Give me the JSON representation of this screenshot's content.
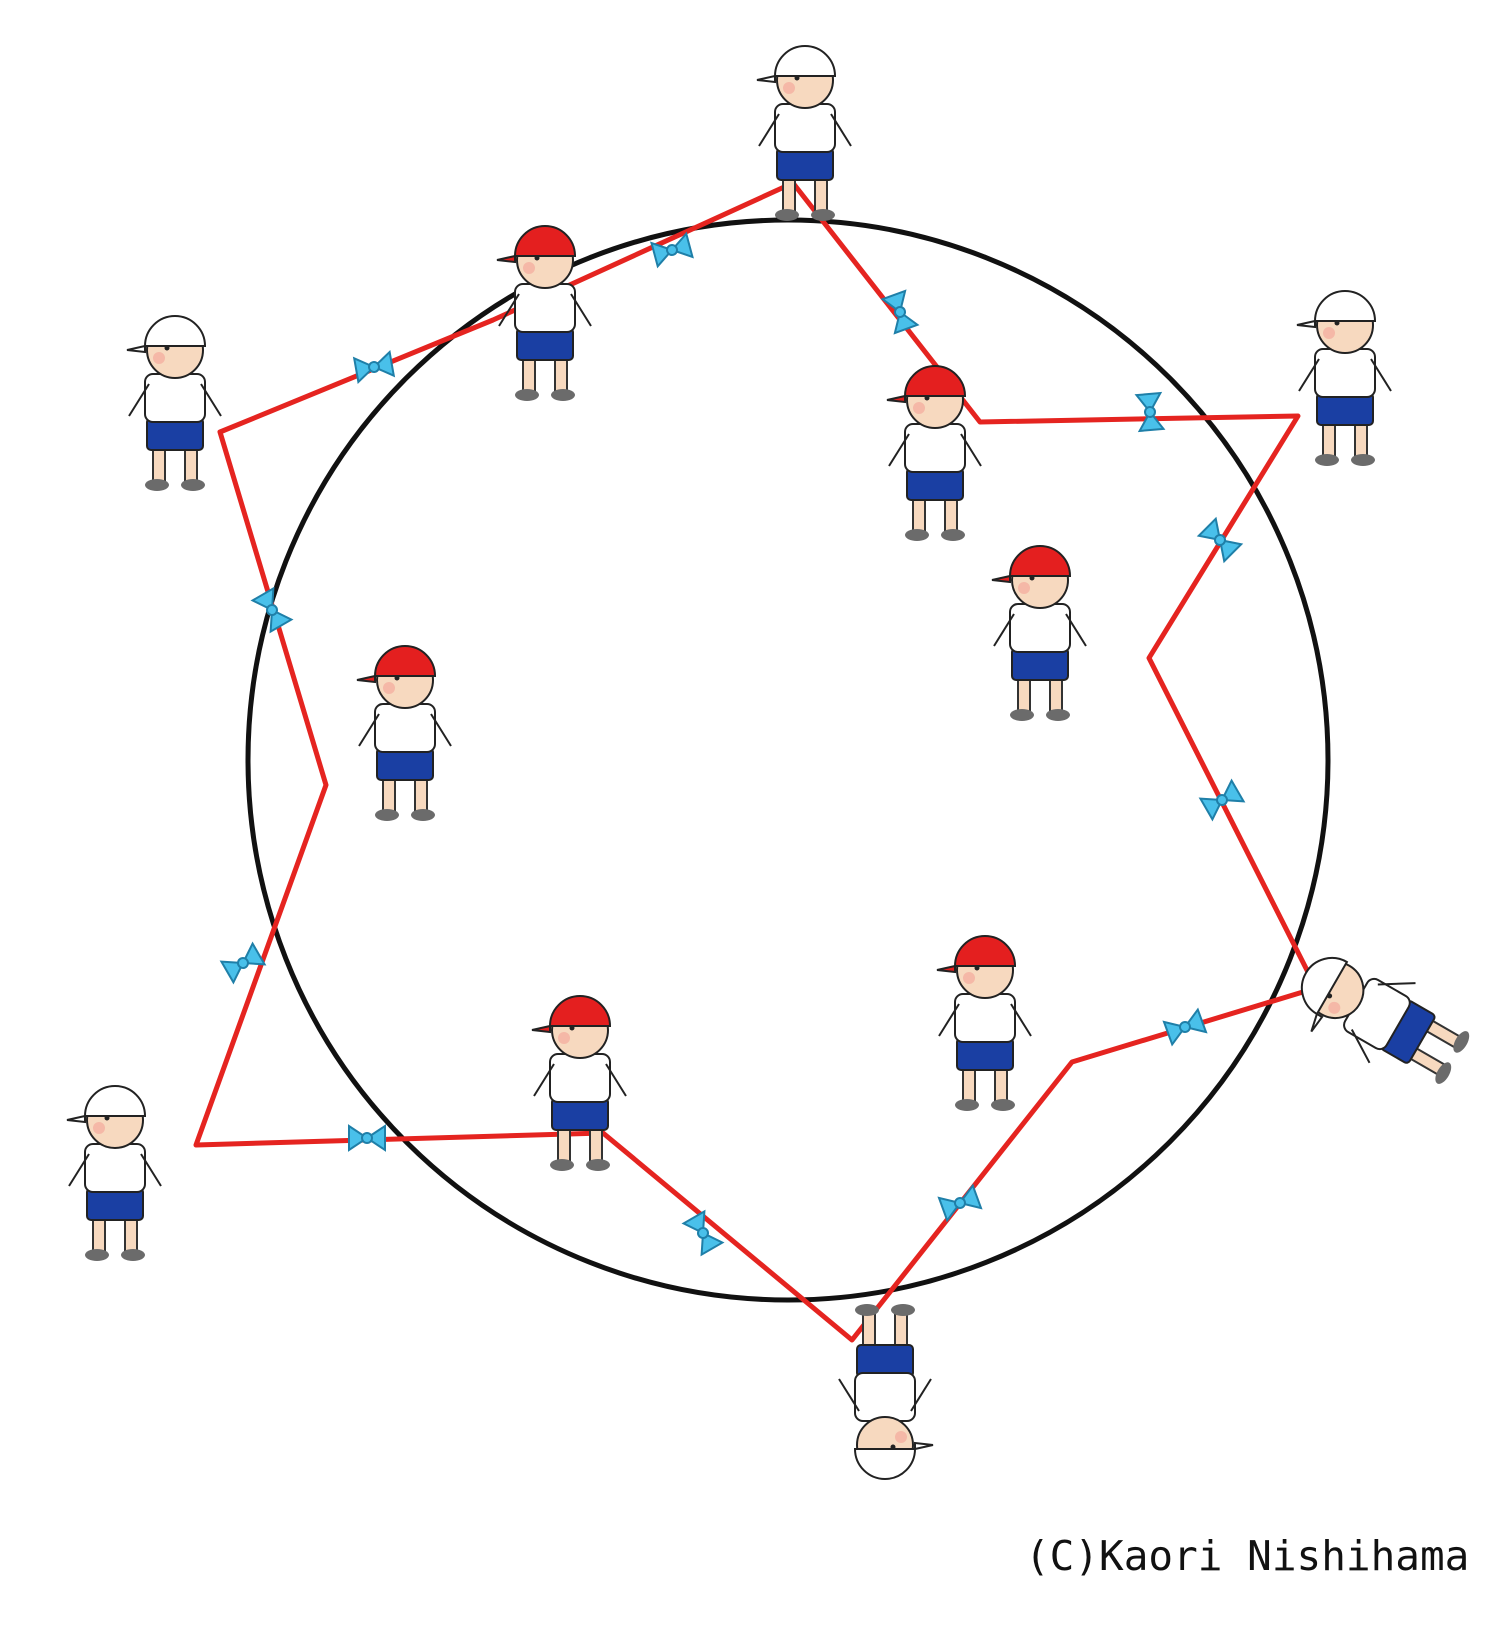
{
  "credit": "(C)Kaori Nishihama",
  "colors": {
    "rope": "#e52420",
    "ring": "#111111",
    "ribbon": "#49c0ea",
    "cap_red": "#e41f1f",
    "cap_white": "#ffffff",
    "shorts": "#1a3fa3",
    "shirt": "#ffffff",
    "skin": "#f7d9bf",
    "hair": "#9a6a48",
    "shoe": "#6b6b6b"
  },
  "scene": {
    "teams": [
      "red-cap",
      "white-cap"
    ],
    "red_cap_children": 6,
    "white_cap_children": 6,
    "ribbons": 12
  }
}
